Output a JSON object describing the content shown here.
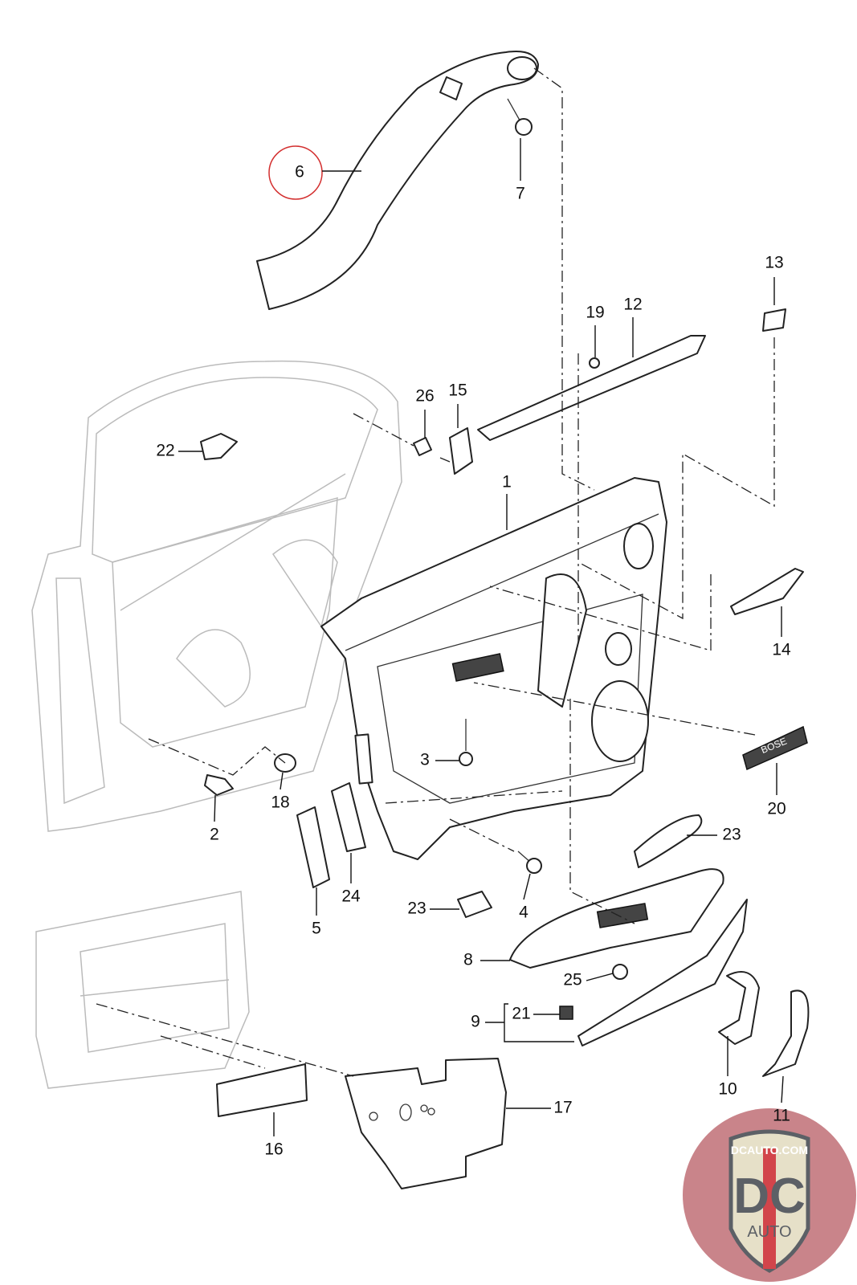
{
  "diagram": {
    "callouts": [
      "6",
      "7",
      "13",
      "19",
      "12",
      "26",
      "15",
      "22",
      "1",
      "14",
      "3",
      "18",
      "2",
      "20",
      "23",
      "5",
      "24",
      "23",
      "4",
      "8",
      "25",
      "9",
      "21",
      "10",
      "11",
      "16",
      "17"
    ],
    "highlight_color": "#d32f2f",
    "highlighted_callout": "6",
    "part_badges": {
      "speaker_badge": "BOSE"
    }
  },
  "logo": {
    "site": "DCAUTO.COM",
    "mark": "DC",
    "word": "AUTO",
    "colors": {
      "circle": "#c9848a",
      "shield": "#e6e0c8",
      "letters": "#5c6066",
      "stripe": "#d2454b"
    }
  }
}
